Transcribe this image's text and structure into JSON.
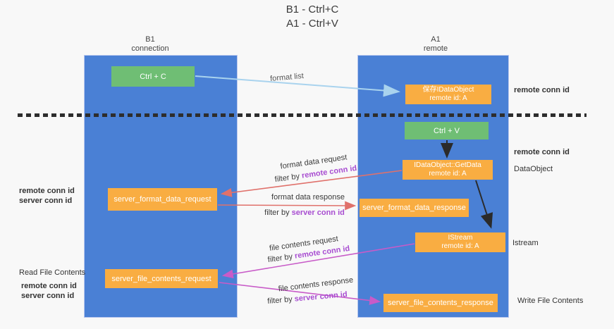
{
  "title": {
    "line1": "B1 - Ctrl+C",
    "line2": "A1 - Ctrl+V"
  },
  "lanes": {
    "left": {
      "name": "B1",
      "role": "connection"
    },
    "right": {
      "name": "A1",
      "role": "remote"
    }
  },
  "nodes": {
    "ctrl_c": "Ctrl + C",
    "ctrl_v": "Ctrl + V",
    "save_dataobject": {
      "line1": "保存IDataObject",
      "line2": "remote id: A"
    },
    "getdata": {
      "line1": "IDataObject::GetData",
      "line2": "remote id: A"
    },
    "istream": {
      "line1": "IStream",
      "line2": "remote id: A"
    },
    "format_request": "server_format_data_request",
    "format_response": "server_format_data_response",
    "file_request": "server_file_contents_request",
    "file_response": "server_file_contents_response"
  },
  "flow_labels": {
    "format_list": "format list",
    "format_data_request": "format data request",
    "format_data_response": "format data response",
    "file_contents_request": "file contents request",
    "file_contents_response": "file contents response",
    "filter_by": "filter by ",
    "remote_conn_id": "remote conn id",
    "server_conn_id": "server conn id"
  },
  "side_labels": {
    "remote_conn_id": "remote conn id",
    "server_conn_id": "server conn id",
    "dataobject": "DataObject",
    "istream": "Istream",
    "read_file_contents": "Read File Contents",
    "write_file_contents": "Write File Contents"
  },
  "colors": {
    "lane_blue": "#4a80d5",
    "action_green": "#6fbe74",
    "message_orange": "#f9ad42",
    "request_red": "#e0716b",
    "file_magenta": "#c85bc8",
    "remote_id_purple": "#a84dd1",
    "server_id_green": "#56b768",
    "format_list_blue": "#a9d3ee",
    "arrow_black": "#2b2b2b"
  }
}
